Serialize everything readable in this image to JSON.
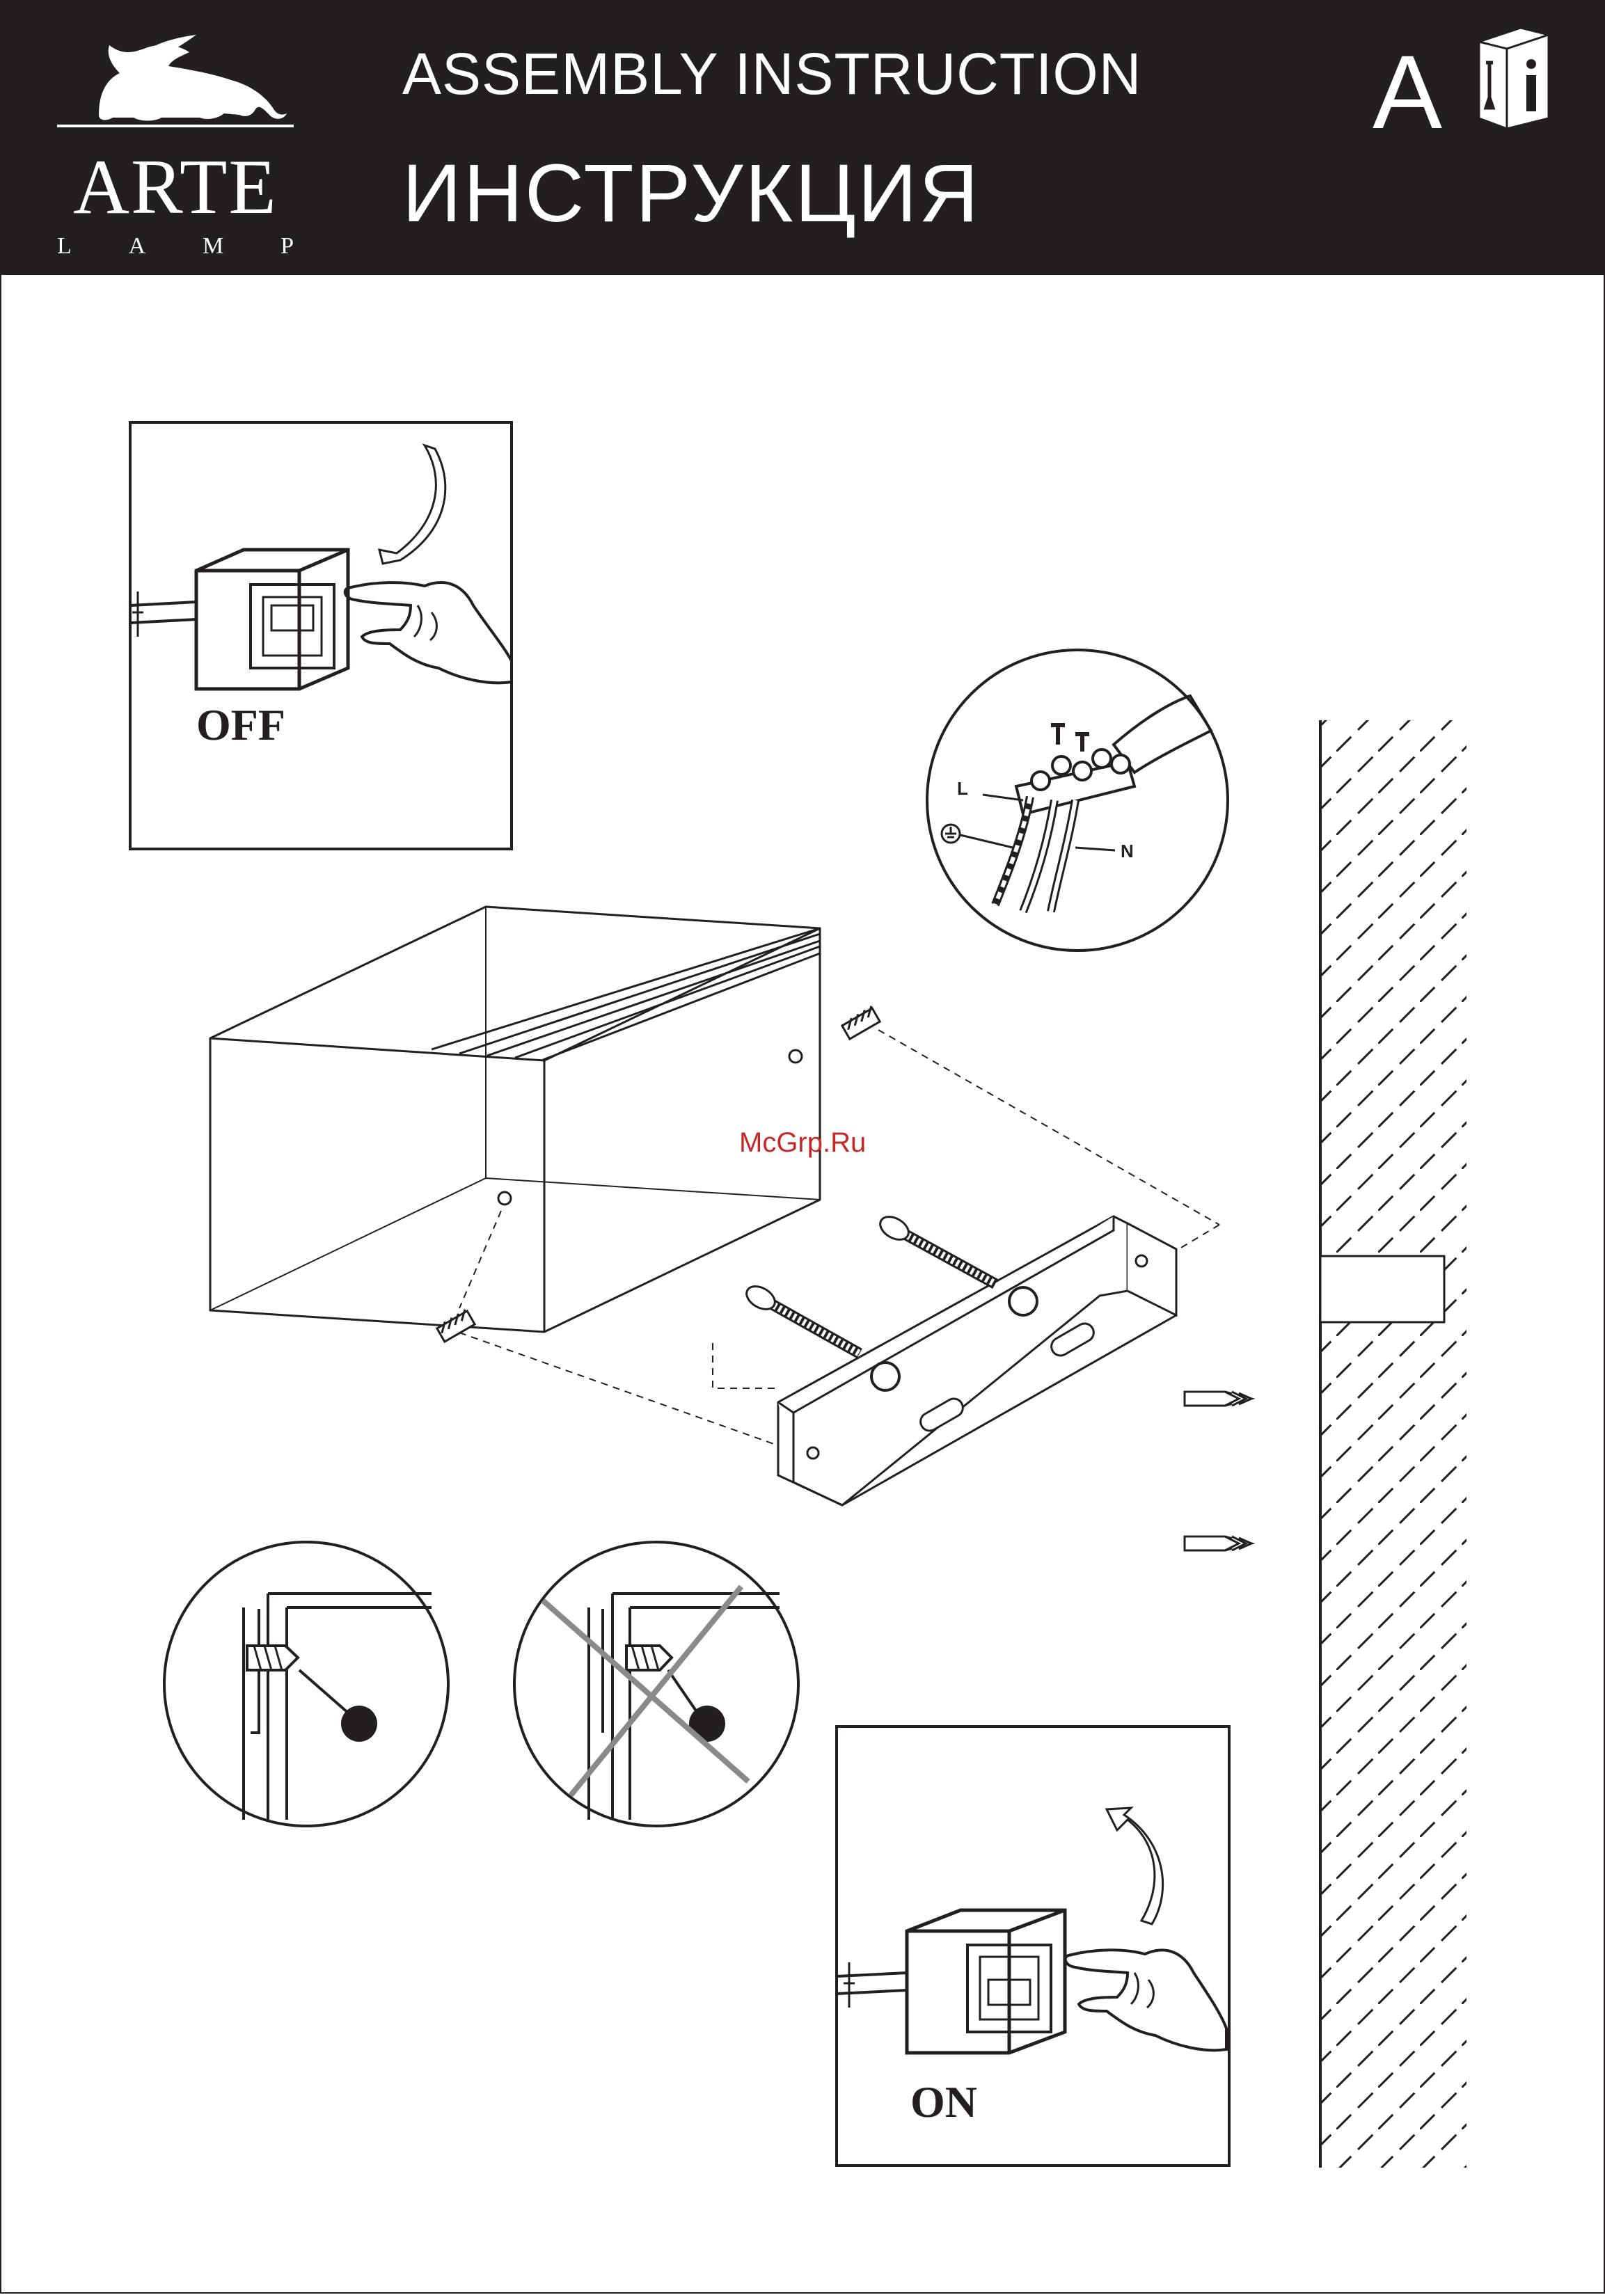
{
  "header": {
    "title_en": "ASSEMBLY  INSTRUCTION",
    "title_ru": "ИНСТРУКЦИЯ",
    "section_letter": "A"
  },
  "logo": {
    "brand": "ARTE",
    "sub_letters": [
      "L",
      "A",
      "M",
      "P"
    ]
  },
  "switch_off": {
    "label": "OFF"
  },
  "switch_on": {
    "label": "ON"
  },
  "wiring": {
    "live": "L",
    "neutral": "N"
  },
  "watermark": "McGrp.Ru",
  "colors": {
    "ink": "#231f20",
    "header_bg": "#231f20",
    "watermark": "#c62828"
  }
}
